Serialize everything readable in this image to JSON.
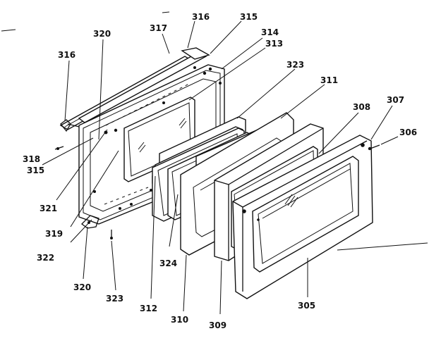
{
  "diagram": {
    "type": "exploded-parts-view",
    "parts": [
      {
        "id": "p305",
        "label": "305"
      },
      {
        "id": "p306",
        "label": "306"
      },
      {
        "id": "p307",
        "label": "307"
      },
      {
        "id": "p308",
        "label": "308"
      },
      {
        "id": "p309",
        "label": "309"
      },
      {
        "id": "p310",
        "label": "310"
      },
      {
        "id": "p311",
        "label": "311"
      },
      {
        "id": "p312",
        "label": "312"
      },
      {
        "id": "p313",
        "label": "313"
      },
      {
        "id": "p314",
        "label": "314"
      },
      {
        "id": "p315a",
        "label": "315"
      },
      {
        "id": "p315b",
        "label": "315"
      },
      {
        "id": "p316a",
        "label": "316"
      },
      {
        "id": "p316b",
        "label": "316"
      },
      {
        "id": "p317",
        "label": "317"
      },
      {
        "id": "p318",
        "label": "318"
      },
      {
        "id": "p319",
        "label": "319"
      },
      {
        "id": "p320a",
        "label": "320"
      },
      {
        "id": "p320b",
        "label": "320"
      },
      {
        "id": "p321",
        "label": "321"
      },
      {
        "id": "p322",
        "label": "322"
      },
      {
        "id": "p323a",
        "label": "323"
      },
      {
        "id": "p323b",
        "label": "323"
      },
      {
        "id": "p324",
        "label": "324"
      }
    ]
  }
}
